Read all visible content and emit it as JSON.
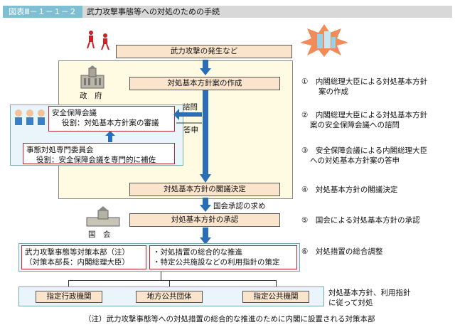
{
  "header": {
    "tag": "図表Ⅲ－１－１－２",
    "title": "武力攻撃事態等への対処のための手続"
  },
  "boxes": {
    "occurrence": "武力攻撃の発生など",
    "draft": "対処基本方針案の作成",
    "cabinet": "対処基本方針の閣議決定",
    "approval": "対処基本方針の承認"
  },
  "labels": {
    "government": "政　府",
    "diet": "国　会",
    "consult": "諮問",
    "report": "答申",
    "request": "国会承認の求め"
  },
  "security_council": {
    "name": "安全保障会議",
    "role": "役割：対処基本方針案の審議"
  },
  "expert_committee": {
    "name": "事態対処専門委員会",
    "role": "役割：安全保障会議を専門的に補佐"
  },
  "hq": {
    "line1": "武力攻撃事態等対策本部（注）",
    "line2": "（対策本部長：内閣総理大臣）",
    "task1": "・対処措置の総合的な推進",
    "task2": "・特定公共施設などの利用指針の策定"
  },
  "targets": [
    "指定行政機関",
    "地方公共団体",
    "指定公共機関"
  ],
  "steps": [
    {
      "num": "①",
      "line1": "内閣総理大臣による対処基本方針",
      "line2": "案の作成"
    },
    {
      "num": "②",
      "line1": "内閣総理大臣による対処基本方針",
      "line2": "案の安全保障会議への諮問"
    },
    {
      "num": "③",
      "line1": "安全保障会議による内閣総理大臣",
      "line2": "への対処基本方針案の答申"
    },
    {
      "num": "④",
      "line1": "対処基本方針の閣議決定",
      "line2": ""
    },
    {
      "num": "⑤",
      "line1": "国会による対処基本方針の承認",
      "line2": ""
    },
    {
      "num": "⑥",
      "line1": "対処措置の総合調整",
      "line2": ""
    }
  ],
  "follow_note": {
    "line1": "対処基本方針、利用指針",
    "line2": "に従って対処"
  },
  "footnote": "（注）武力攻撃事態等への対処措置の総合的な推進のために内閣に設置される対策本部",
  "colors": {
    "accent_blue": "#2a6fb6",
    "peach": "#fbe4cc",
    "red_border": "#c0262e",
    "header_tag": "#7fbfd3"
  }
}
